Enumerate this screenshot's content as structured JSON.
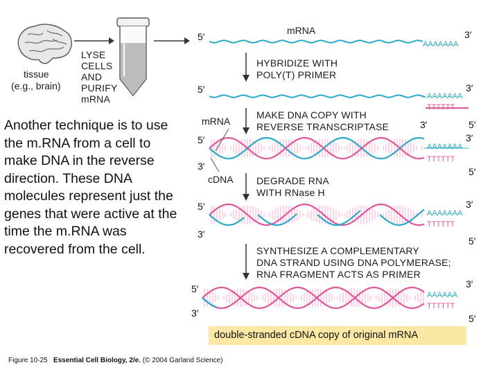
{
  "left": {
    "tissue_label": "tissue",
    "tissue_example": "(e.g., brain)",
    "lyse_lines": [
      "LYSE",
      "CELLS",
      "AND",
      "PURIFY"
    ],
    "lyse_mrna": "mRNA"
  },
  "body_text": "Another technique is to use the m.RNA from a cell to make DNA in the reverse direction. These DNA molecules represent just the genes that were active at the time the m.RNA was recovered from the cell.",
  "steps": {
    "step1": [
      "HYBRIDIZE WITH",
      "POLY(T) PRIMER"
    ],
    "step2": [
      "MAKE DNA COPY WITH",
      "REVERSE TRANSCRIPTASE"
    ],
    "step3": [
      "DEGRADE RNA",
      "WITH RNase H"
    ],
    "step4": [
      "SYNTHESIZE A COMPLEMENTARY",
      "DNA STRAND USING DNA POLYMERASE;",
      "RNA FRAGMENT ACTS AS PRIMER"
    ]
  },
  "labels": {
    "mrna_top": "mRNA",
    "mrna_side": "mRNA",
    "cdna_side": "cDNA",
    "five_prime": "5′",
    "three_prime": "3′",
    "poly_a": "AAAAAAA",
    "poly_a6": "AAAAAA",
    "poly_t": "TTTTTT"
  },
  "final_caption": "double-stranded cDNA copy of original mRNA",
  "credit": {
    "figure": "Figure 10-25",
    "book": "Essential Cell Biology, 2/e.",
    "publisher": "(© 2004 Garland Science)"
  },
  "colors": {
    "mrna": "#29a8c9",
    "dna": "#e0559a",
    "dna_light": "#f0a9cc",
    "arrow": "#333333",
    "caption_bg": "#fbe8a4"
  }
}
